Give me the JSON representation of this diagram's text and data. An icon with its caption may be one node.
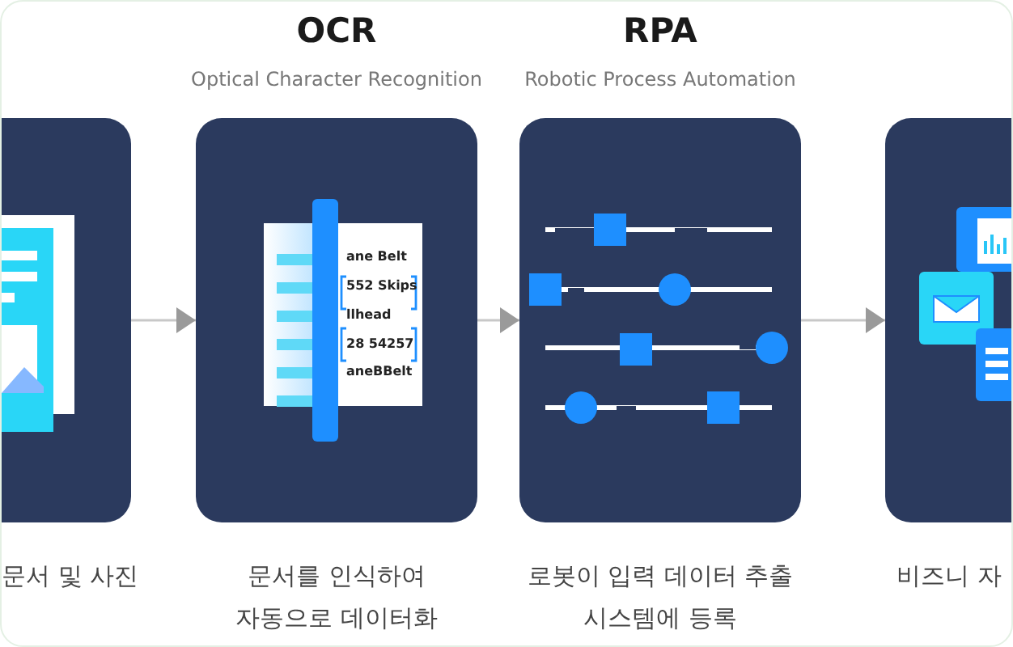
{
  "diagram": {
    "nodes": [
      {
        "text": [
          "문서 및 사진"
        ]
      },
      {
        "text": [
          "OCR",
          "Optical Character Recognition",
          "문서를 인식하여 자동으로 데이터화"
        ]
      },
      {
        "text": [
          "RPA",
          "Robotic Process Automation",
          "로봇이 입력 데이터 추출 시스템에 등록"
        ]
      },
      {
        "text": [
          "비즈니 자"
        ]
      }
    ],
    "edges": [
      {
        "from": 0,
        "to": 1,
        "arrow": "to"
      },
      {
        "from": 1,
        "to": 2,
        "arrow": "to"
      },
      {
        "from": 2,
        "to": 3,
        "arrow": "to"
      }
    ],
    "labels": [
      "ane Belt",
      "552 Skips",
      "llhead",
      "28 54257",
      "aneBBelt"
    ]
  }
}
